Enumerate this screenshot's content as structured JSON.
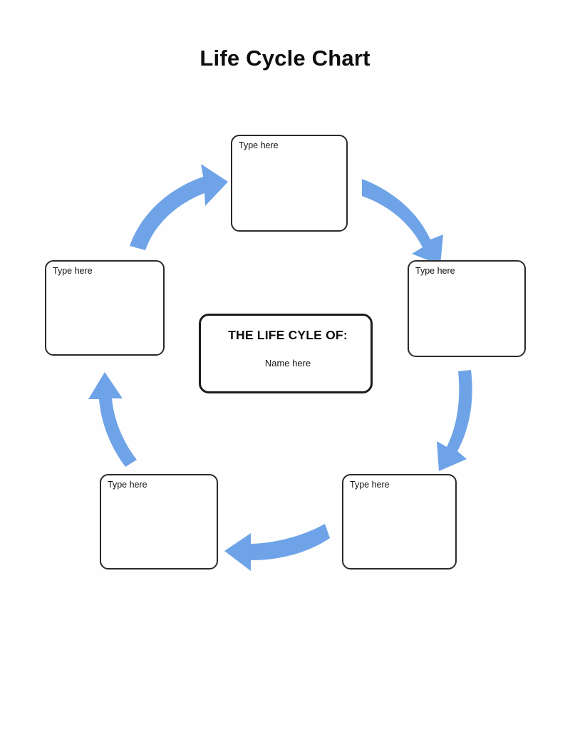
{
  "page": {
    "title": "Life Cycle Chart",
    "background_color": "#ffffff",
    "arrow_color": "#6FA3E8",
    "border_color": "#2a2a2a"
  },
  "center": {
    "heading": "THE LIFE CYLE OF:",
    "subtext": "Name here"
  },
  "nodes": [
    {
      "id": "top",
      "label": "Type here"
    },
    {
      "id": "right",
      "label": "Type here"
    },
    {
      "id": "bottomright",
      "label": "Type here"
    },
    {
      "id": "bottomleft",
      "label": "Type here"
    },
    {
      "id": "left",
      "label": "Type here"
    }
  ],
  "arrows": [
    {
      "id": "left-to-top",
      "direction": "up-right",
      "from": "left",
      "to": "top"
    },
    {
      "id": "top-to-right",
      "direction": "down-right",
      "from": "top",
      "to": "right"
    },
    {
      "id": "right-to-bottomright",
      "direction": "down",
      "from": "right",
      "to": "bottomright"
    },
    {
      "id": "bottomright-to-bottomleft",
      "direction": "left",
      "from": "bottomright",
      "to": "bottomleft"
    },
    {
      "id": "bottomleft-to-left",
      "direction": "up",
      "from": "bottomleft",
      "to": "left"
    }
  ],
  "chart_data": {
    "type": "diagram",
    "diagram_kind": "cycle",
    "title": "Life Cycle Chart",
    "center_label": "THE LIFE CYLE OF:",
    "center_value": "Name here",
    "stages": [
      "Type here",
      "Type here",
      "Type here",
      "Type here",
      "Type here"
    ],
    "stage_count": 5,
    "flow": "clockwise",
    "connections": [
      [
        "left",
        "top"
      ],
      [
        "top",
        "right"
      ],
      [
        "right",
        "bottomright"
      ],
      [
        "bottomright",
        "bottomleft"
      ],
      [
        "bottomleft",
        "left"
      ]
    ]
  }
}
